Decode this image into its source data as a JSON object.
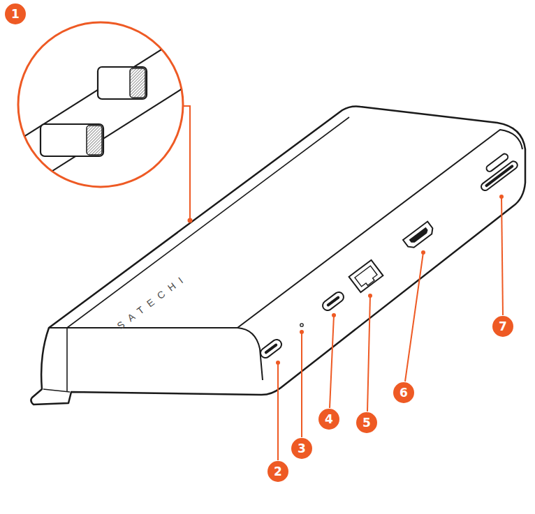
{
  "diagram": {
    "labels": [
      "1",
      "2",
      "3",
      "4",
      "5",
      "6",
      "7",
      "SATECHI"
    ]
  }
}
